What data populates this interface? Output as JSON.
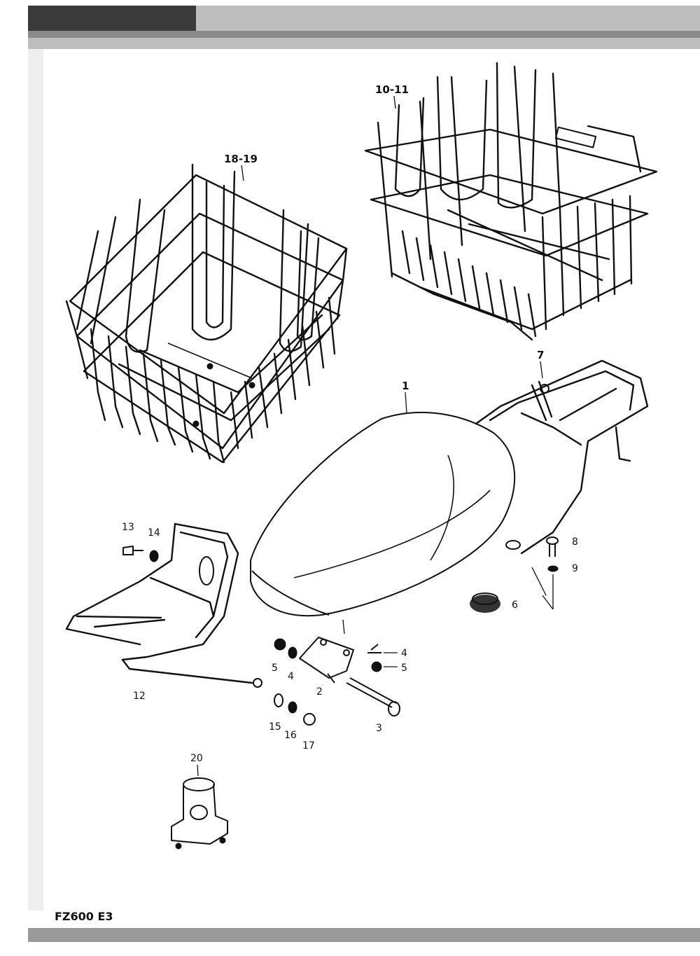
{
  "header": {
    "band_color": "#3a3a3a"
  },
  "footer": {
    "model_code": "FZ600 E3"
  },
  "diagram": {
    "callouts": {
      "seat": "1",
      "seat_bracket": "2",
      "bolt_3": "3",
      "washer_4_left": "4",
      "washer_4_right": "4",
      "nut_5_left": "5",
      "nut_5_right": "5",
      "cushion": "6",
      "rear_carrier": "7",
      "bolt_8": "8",
      "washer_9": "9",
      "rear_basket": "10-11",
      "front_carrier": "12",
      "bolt_13": "13",
      "washer_14": "14",
      "washer_15": "15",
      "washer_16": "16",
      "nut_17": "17",
      "front_basket": "18-19",
      "seat_lock": "20"
    }
  }
}
